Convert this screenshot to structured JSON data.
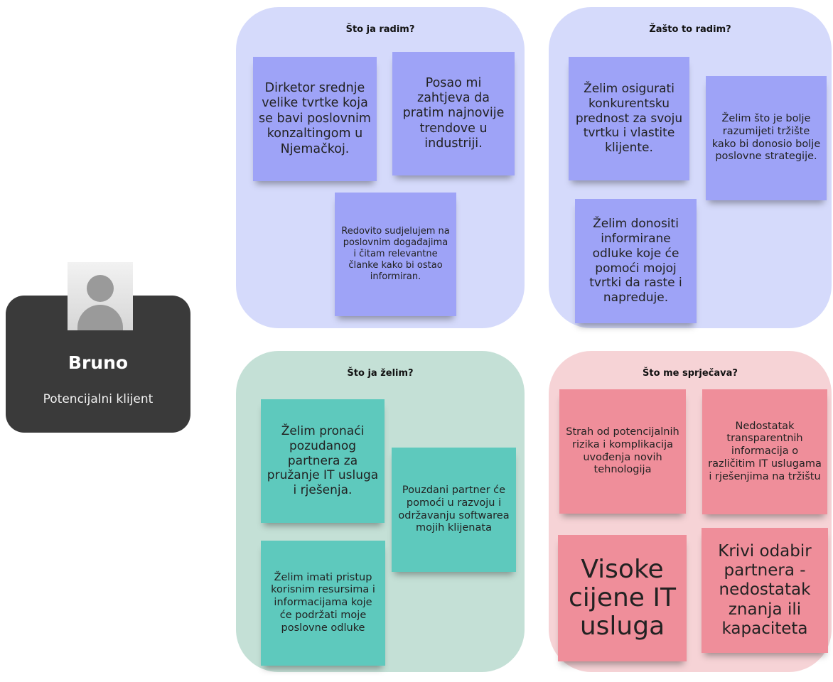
{
  "persona": {
    "name": "Bruno",
    "role": "Potencijalni klijent"
  },
  "panels": {
    "doing": {
      "title": "Što ja radim?",
      "notes": [
        "Dirketor srednje velike tvrtke koja se bavi poslovnim konzaltingom u Njemačkoj.",
        "Posao mi zahtjeva da pratim najnovije trendove u industriji.",
        "Redovito sudjelujem na poslovnim događajima i čitam relevantne članke kako bi ostao informiran."
      ]
    },
    "why": {
      "title": "Žašto to radim?",
      "notes": [
        "Želim osigurati konkurentsku prednost za svoju tvrtku i vlastite klijente.",
        "Želim što je bolje razumijeti tržište kako bi donosio bolje poslovne strategije.",
        "Želim donositi informirane odluke koje će pomoći mojoj tvrtki da raste i napreduje."
      ]
    },
    "want": {
      "title": "Što ja želim?",
      "notes": [
        "Želim pronaći pozudanog partnera za pružanje IT usluga i rješenja.",
        "Pouzdani partner će pomoći u razvoju i održavanju softwarea mojih klijenata",
        "Želim imati pristup korisnim resursima i informacijama koje će podržati moje poslovne odluke"
      ]
    },
    "blockers": {
      "title": "Što me sprječava?",
      "notes": [
        "Strah od potencijalnih rizika i komplikacija uvođenja novih tehnologija",
        "Nedostatak transparentnih informacija o različitim IT uslugama i rješenjima na tržištu",
        "Visoke cijene IT usluga",
        "Krivi odabir partnera - nedostatak znanja ili kapaciteta"
      ]
    }
  },
  "colors": {
    "panel_blue": "#d5dafb",
    "panel_green": "#c4e0d6",
    "panel_pink": "#f6d3d6",
    "note_blue": "#9ea3f7",
    "note_teal": "#5ec9bd",
    "note_pink": "#ef8e9a",
    "persona_card": "#3a3a3a"
  }
}
